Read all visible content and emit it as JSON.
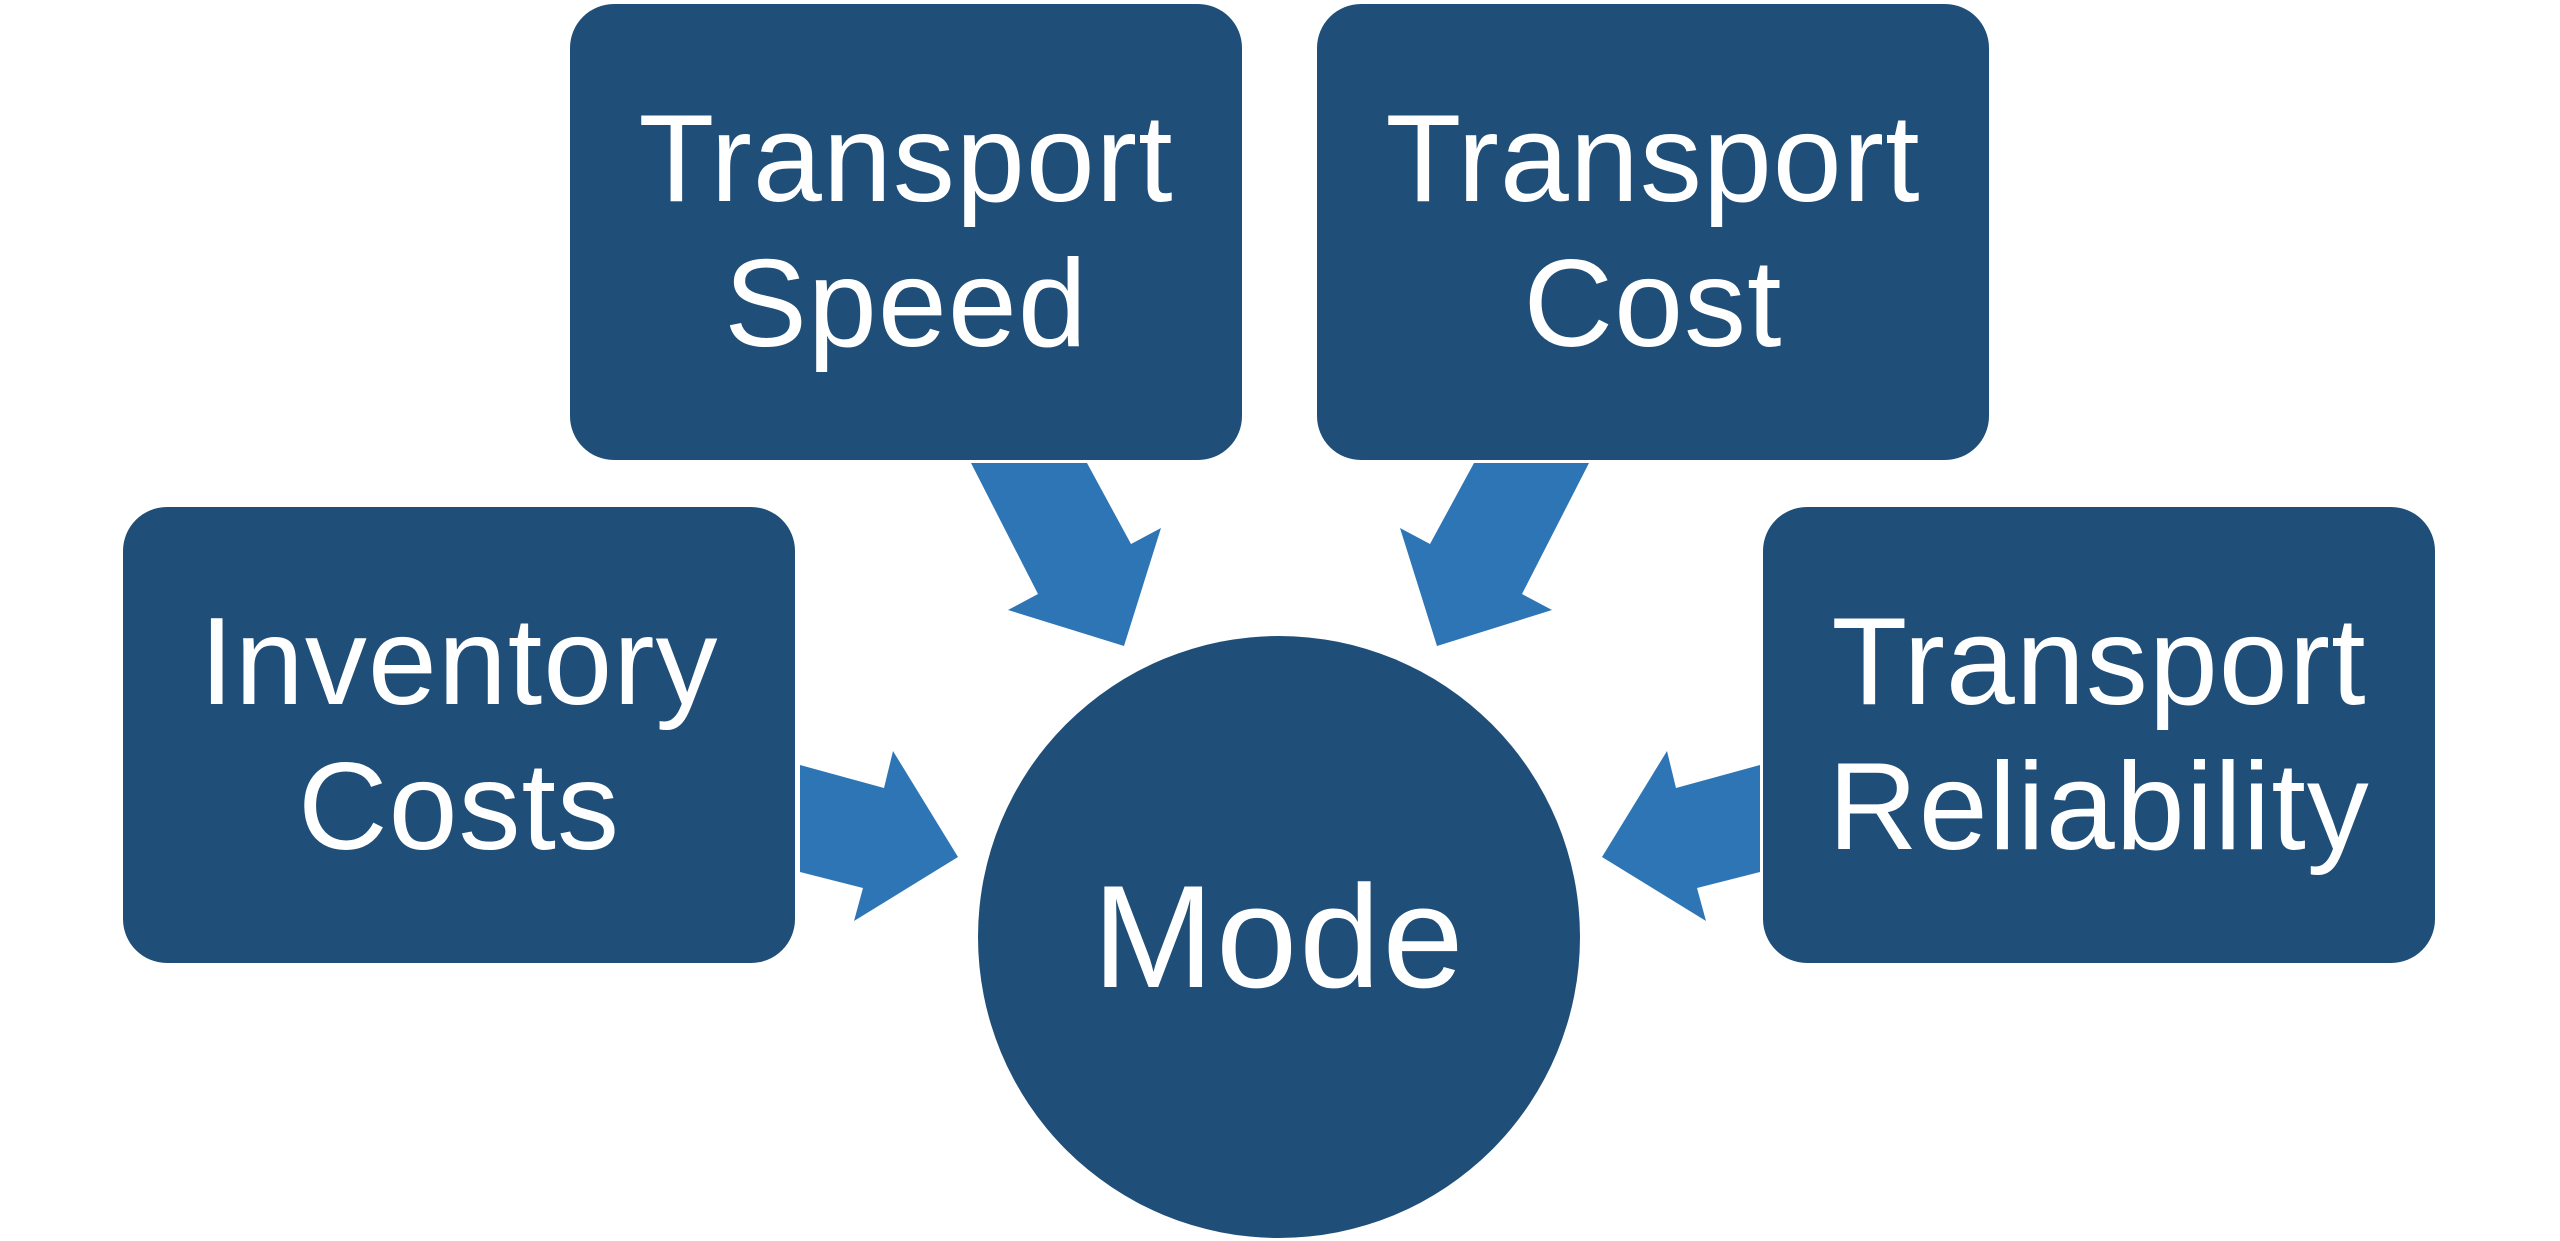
{
  "colors": {
    "box_fill": "#1f4e79",
    "arrow_fill": "#2e75b6",
    "text": "#ffffff",
    "background": "#ffffff"
  },
  "nodes": {
    "transport_speed": "Transport Speed",
    "transport_cost": "Transport Cost",
    "inventory_costs": "Inventory Costs",
    "transport_reliability": "Transport Reliability",
    "mode": "Mode"
  }
}
